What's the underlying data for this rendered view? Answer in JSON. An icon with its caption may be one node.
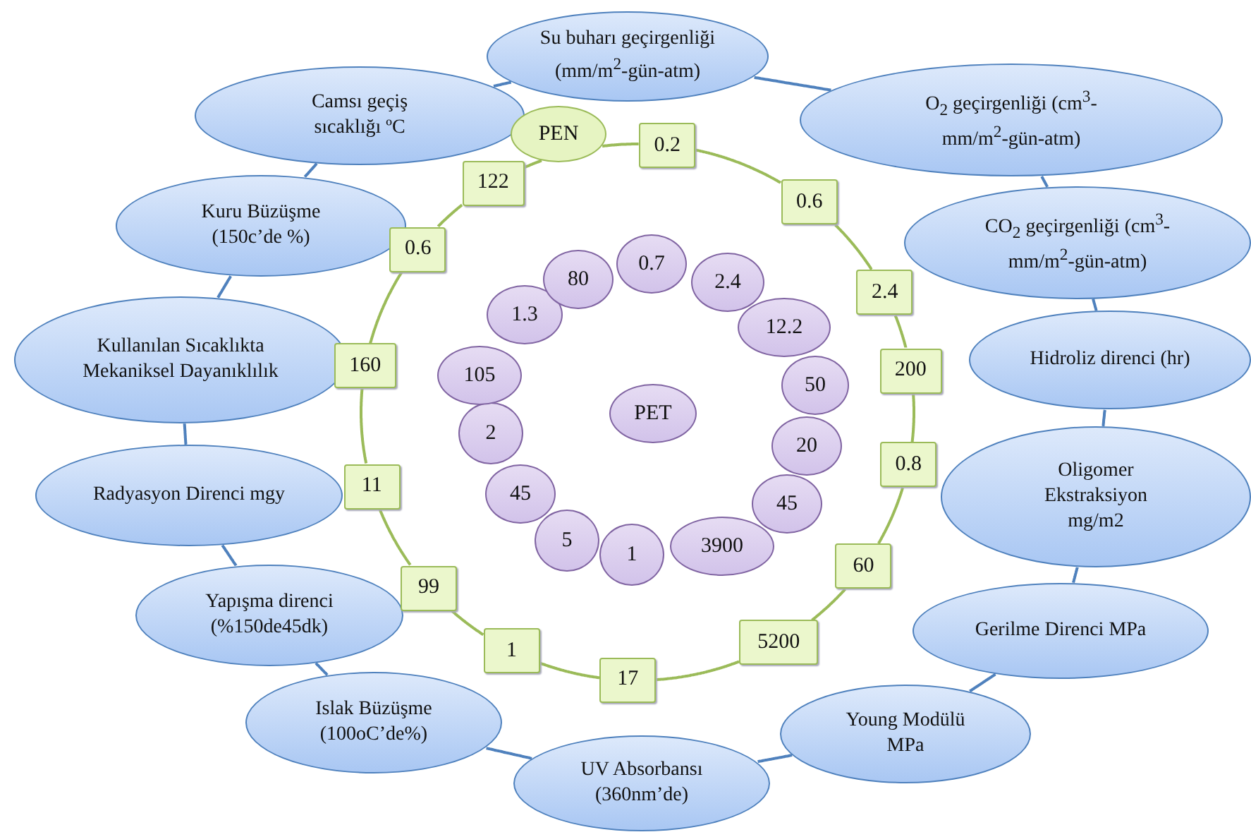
{
  "diagram": {
    "nodes": [
      {
        "text": [
          "Su buharı geçirgenliği (mm/m$^{2}$-gün-atm)"
        ]
      },
      {
        "text": [
          "O$_{2}$ geçirgenliği (cm$^{3}$-mm/m$^{2}$-gün-atm)"
        ]
      },
      {
        "text": [
          "CO$_{2}$ geçirgenliği (cm$^{3}$-mm/m$^{2}$-gün-atm)"
        ]
      },
      {
        "text": [
          "Hidroliz direnci (hr)"
        ]
      },
      {
        "text": [
          "Oligomer Ekstraksiyon mg/m2"
        ]
      },
      {
        "text": [
          "Gerilme Direnci MPa"
        ]
      },
      {
        "text": [
          "Young Modülü MPa"
        ]
      },
      {
        "text": [
          "UV Absorbansı (360nm’de)"
        ]
      },
      {
        "text": [
          "Islak Büzüşme (100oC’de%)"
        ]
      },
      {
        "text": [
          "Yapışma direnci (%150de45dk)"
        ]
      },
      {
        "text": [
          "Radyasyon Direnci mgy"
        ]
      },
      {
        "text": [
          "Kullanılan Sıcaklıkta Mekaniksel Dayanıklılık"
        ]
      },
      {
        "text": [
          "Kuru Büzüşme (150c’de %)"
        ]
      },
      {
        "text": [
          "Camsı geçiş sıcaklığı ºC"
        ]
      },
      {
        "text": [
          "PEN"
        ]
      },
      {
        "text": [
          "0.2"
        ]
      },
      {
        "text": [
          "0.6"
        ]
      },
      {
        "text": [
          "2.4"
        ]
      },
      {
        "text": [
          "200"
        ]
      },
      {
        "text": [
          "0.8"
        ]
      },
      {
        "text": [
          "60"
        ]
      },
      {
        "text": [
          "5200"
        ]
      },
      {
        "text": [
          "17"
        ]
      },
      {
        "text": [
          "1"
        ]
      },
      {
        "text": [
          "99"
        ]
      },
      {
        "text": [
          "11"
        ]
      },
      {
        "text": [
          "160"
        ]
      },
      {
        "text": [
          "0.6"
        ]
      },
      {
        "text": [
          "122"
        ]
      },
      {
        "text": [
          "PET"
        ]
      },
      {
        "text": [
          "0.7"
        ]
      },
      {
        "text": [
          "2.4"
        ]
      },
      {
        "text": [
          "12.2"
        ]
      },
      {
        "text": [
          "50"
        ]
      },
      {
        "text": [
          "20"
        ]
      },
      {
        "text": [
          "45"
        ]
      },
      {
        "text": [
          "3900"
        ]
      },
      {
        "text": [
          "1"
        ]
      },
      {
        "text": [
          "5"
        ]
      },
      {
        "text": [
          "45"
        ]
      },
      {
        "text": [
          "2"
        ]
      },
      {
        "text": [
          "105"
        ]
      },
      {
        "text": [
          "1.3"
        ]
      },
      {
        "text": [
          "80"
        ]
      }
    ],
    "edges": [
      {
        "from": 0,
        "to": 1,
        "arrow": "none",
        "color": "#4f81bd"
      },
      {
        "from": 1,
        "to": 2,
        "arrow": "none",
        "color": "#4f81bd"
      },
      {
        "from": 2,
        "to": 3,
        "arrow": "none",
        "color": "#4f81bd"
      },
      {
        "from": 3,
        "to": 4,
        "arrow": "none",
        "color": "#4f81bd"
      },
      {
        "from": 4,
        "to": 5,
        "arrow": "none",
        "color": "#4f81bd"
      },
      {
        "from": 5,
        "to": 6,
        "arrow": "none",
        "color": "#4f81bd"
      },
      {
        "from": 6,
        "to": 7,
        "arrow": "none",
        "color": "#4f81bd"
      },
      {
        "from": 7,
        "to": 8,
        "arrow": "none",
        "color": "#4f81bd"
      },
      {
        "from": 8,
        "to": 9,
        "arrow": "none",
        "color": "#4f81bd"
      },
      {
        "from": 9,
        "to": 10,
        "arrow": "none",
        "color": "#4f81bd"
      },
      {
        "from": 10,
        "to": 11,
        "arrow": "none",
        "color": "#4f81bd"
      },
      {
        "from": 11,
        "to": 12,
        "arrow": "none",
        "color": "#4f81bd"
      },
      {
        "from": 12,
        "to": 13,
        "arrow": "none",
        "color": "#4f81bd"
      },
      {
        "from": 13,
        "to": 0,
        "arrow": "none",
        "color": "#4f81bd"
      },
      {
        "from": 14,
        "to": 15,
        "arrow": "none",
        "color": "#9bbb59"
      },
      {
        "from": 15,
        "to": 16,
        "arrow": "none",
        "color": "#9bbb59"
      },
      {
        "from": 16,
        "to": 17,
        "arrow": "none",
        "color": "#9bbb59"
      },
      {
        "from": 17,
        "to": 18,
        "arrow": "none",
        "color": "#9bbb59"
      },
      {
        "from": 18,
        "to": 19,
        "arrow": "none",
        "color": "#9bbb59"
      },
      {
        "from": 19,
        "to": 20,
        "arrow": "none",
        "color": "#9bbb59"
      },
      {
        "from": 20,
        "to": 21,
        "arrow": "none",
        "color": "#9bbb59"
      },
      {
        "from": 21,
        "to": 22,
        "arrow": "none",
        "color": "#9bbb59"
      },
      {
        "from": 22,
        "to": 23,
        "arrow": "none",
        "color": "#9bbb59"
      },
      {
        "from": 23,
        "to": 24,
        "arrow": "none",
        "color": "#9bbb59"
      },
      {
        "from": 24,
        "to": 25,
        "arrow": "none",
        "color": "#9bbb59"
      },
      {
        "from": 25,
        "to": 26,
        "arrow": "none",
        "color": "#9bbb59"
      },
      {
        "from": 26,
        "to": 27,
        "arrow": "none",
        "color": "#9bbb59"
      },
      {
        "from": 27,
        "to": 28,
        "arrow": "none",
        "color": "#9bbb59"
      },
      {
        "from": 28,
        "to": 14,
        "arrow": "none",
        "color": "#9bbb59"
      }
    ]
  }
}
